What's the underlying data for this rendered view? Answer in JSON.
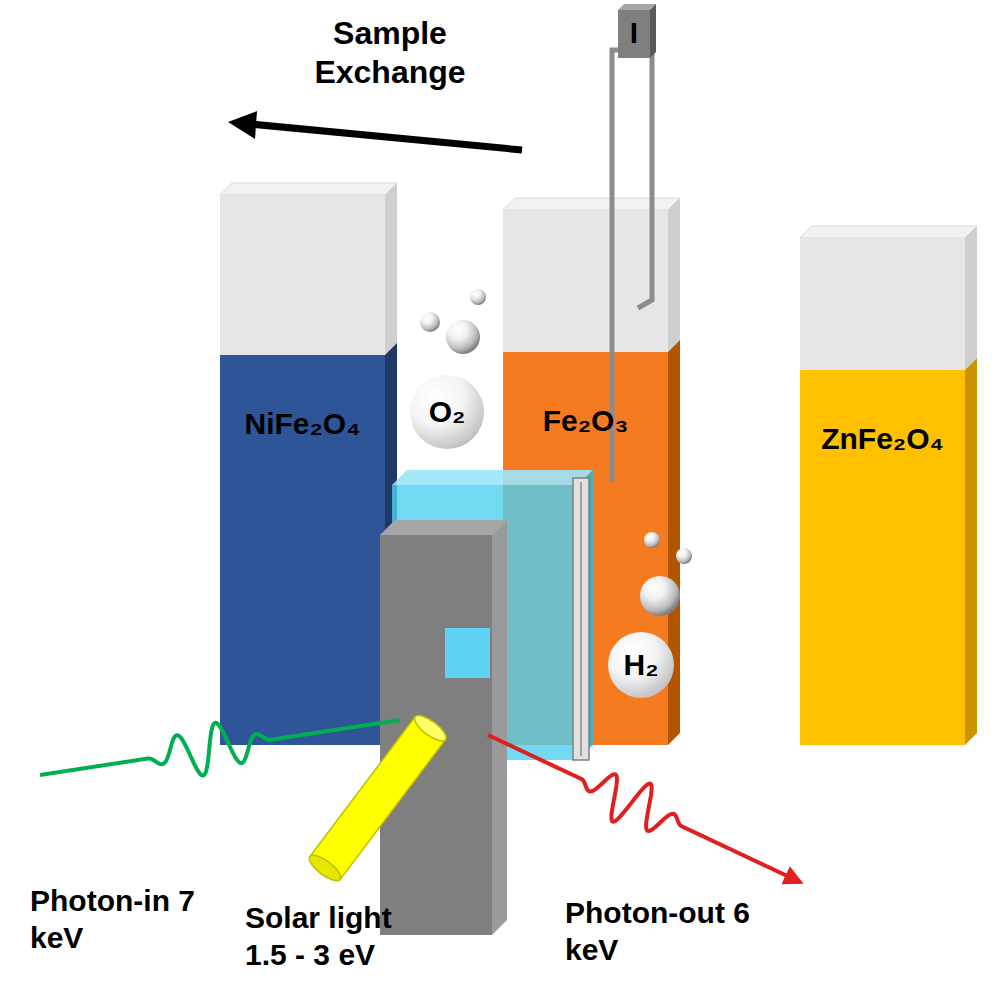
{
  "diagram": {
    "nodes": [
      {
        "text": [
          "I"
        ]
      },
      {
        "text": [
          "NiFe₂O₄"
        ]
      },
      {
        "text": [
          "O₂"
        ]
      },
      {
        "text": [
          "Fe₂O₃"
        ]
      },
      {
        "text": [
          "H₂"
        ],
        "in": 3
      },
      {
        "text": [
          "ZnFe₂O₄"
        ]
      }
    ],
    "labels": [
      "Sample Exchange",
      "Photon-in 7 keV",
      "Solar light 1.5 - 3 eV",
      "Photon-out 6 keV"
    ]
  }
}
